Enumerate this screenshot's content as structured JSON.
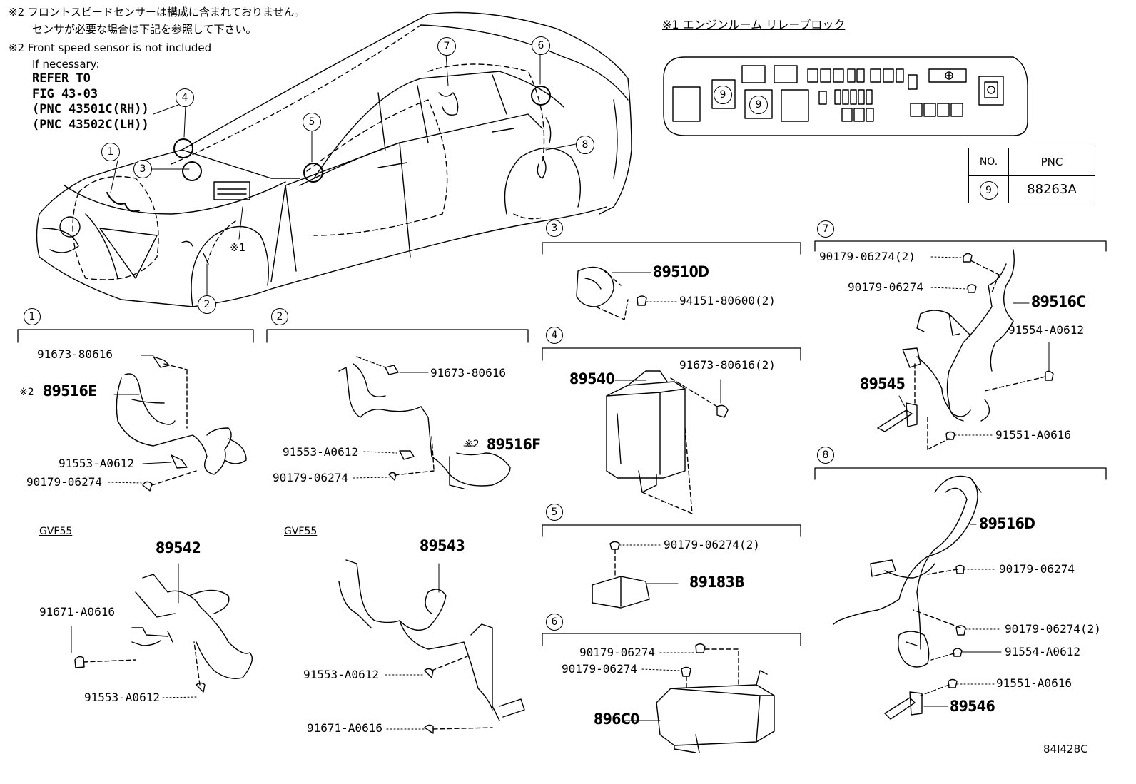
{
  "notes": {
    "jp_line1": "※2 フロントスピードセンサーは構成に含まれておりません。",
    "jp_line2": "センサが必要な場合は下記を参照して下さい。",
    "en_line1": "※2 Front speed sensor is not included",
    "en_line2": "If necessary:",
    "ref1": "REFER TO",
    "ref2": "FIG 43-03",
    "ref3": "(PNC 43501C(RH))",
    "ref4": "(PNC 43502C(LH))"
  },
  "relay_block": {
    "title": "※1 エンジンルーム リレーブロック",
    "callout": "9"
  },
  "pnc_table": {
    "col_no": "NO.",
    "col_pnc": "PNC",
    "row_no": "9",
    "row_pnc": "88263A"
  },
  "car_callouts": [
    "1",
    "2",
    "3",
    "4",
    "5",
    "6",
    "7",
    "8"
  ],
  "car_mark": "※1",
  "sections": {
    "s1": {
      "num": "1",
      "parts": {
        "p1": "91673-80616",
        "p2_prefix": "※2",
        "p2": "89516E",
        "p3": "91553-A0612",
        "p4": "90179-06274"
      }
    },
    "s2": {
      "num": "2",
      "parts": {
        "p1": "91673-80616",
        "p2_prefix": "※2",
        "p2": "89516F",
        "p3": "91553-A0612",
        "p4": "90179-06274"
      }
    },
    "s3": {
      "num": "3",
      "parts": {
        "p1": "89510D",
        "p2": "94151-80600(2)"
      }
    },
    "s4": {
      "num": "4",
      "parts": {
        "p1": "89540",
        "p2": "91673-80616(2)"
      }
    },
    "s5": {
      "num": "5",
      "parts": {
        "p1": "90179-06274(2)",
        "p2": "89183B"
      }
    },
    "s6": {
      "num": "6",
      "parts": {
        "p1": "90179-06274",
        "p2": "90179-06274",
        "p3": "896C0"
      }
    },
    "s7": {
      "num": "7",
      "parts": {
        "p1": "90179-06274(2)",
        "p2": "90179-06274",
        "p3": "89516C",
        "p4": "91554-A0612",
        "p5": "89545",
        "p6": "91551-A0616"
      }
    },
    "s8": {
      "num": "8",
      "parts": {
        "p1": "89516D",
        "p2": "90179-06274",
        "p3": "90179-06274(2)",
        "p4": "91554-A0612",
        "p5": "91551-A0616",
        "p6": "89546"
      }
    },
    "g1": {
      "label": "GVF55",
      "parts": {
        "p1": "89542",
        "p2": "91671-A0616",
        "p3": "91553-A0612"
      }
    },
    "g2": {
      "label": "GVF55",
      "parts": {
        "p1": "89543",
        "p2": "91553-A0612",
        "p3": "91671-A0616"
      }
    }
  },
  "figure_code": "84I428C"
}
